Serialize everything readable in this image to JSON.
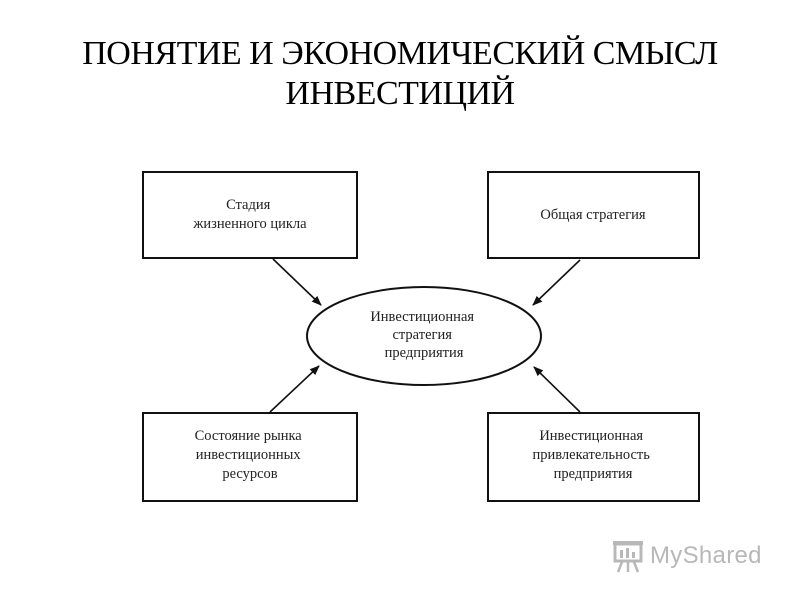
{
  "title": {
    "line1": "ПОНЯТИЕ И ЭКОНОМИЧЕСКИЙ СМЫСЛ",
    "line2": "ИНВЕСТИЦИЙ"
  },
  "diagram": {
    "center": {
      "lines": [
        "Инвестиционная",
        "стратегия",
        "предприятия"
      ]
    },
    "top_left": {
      "lines": [
        "Стадия",
        "жизненного цикла"
      ]
    },
    "top_right": {
      "lines": [
        "Общая стратегия"
      ]
    },
    "bottom_left": {
      "lines": [
        "Состояние рынка",
        "инвестиционных",
        "ресурсов"
      ]
    },
    "bottom_right": {
      "lines": [
        "Инвестиционная",
        "привлекательность",
        "предприятия"
      ]
    }
  },
  "watermark": {
    "text": "MyShared",
    "icon": "presentation-board-icon",
    "color": "#b8b8b8"
  }
}
